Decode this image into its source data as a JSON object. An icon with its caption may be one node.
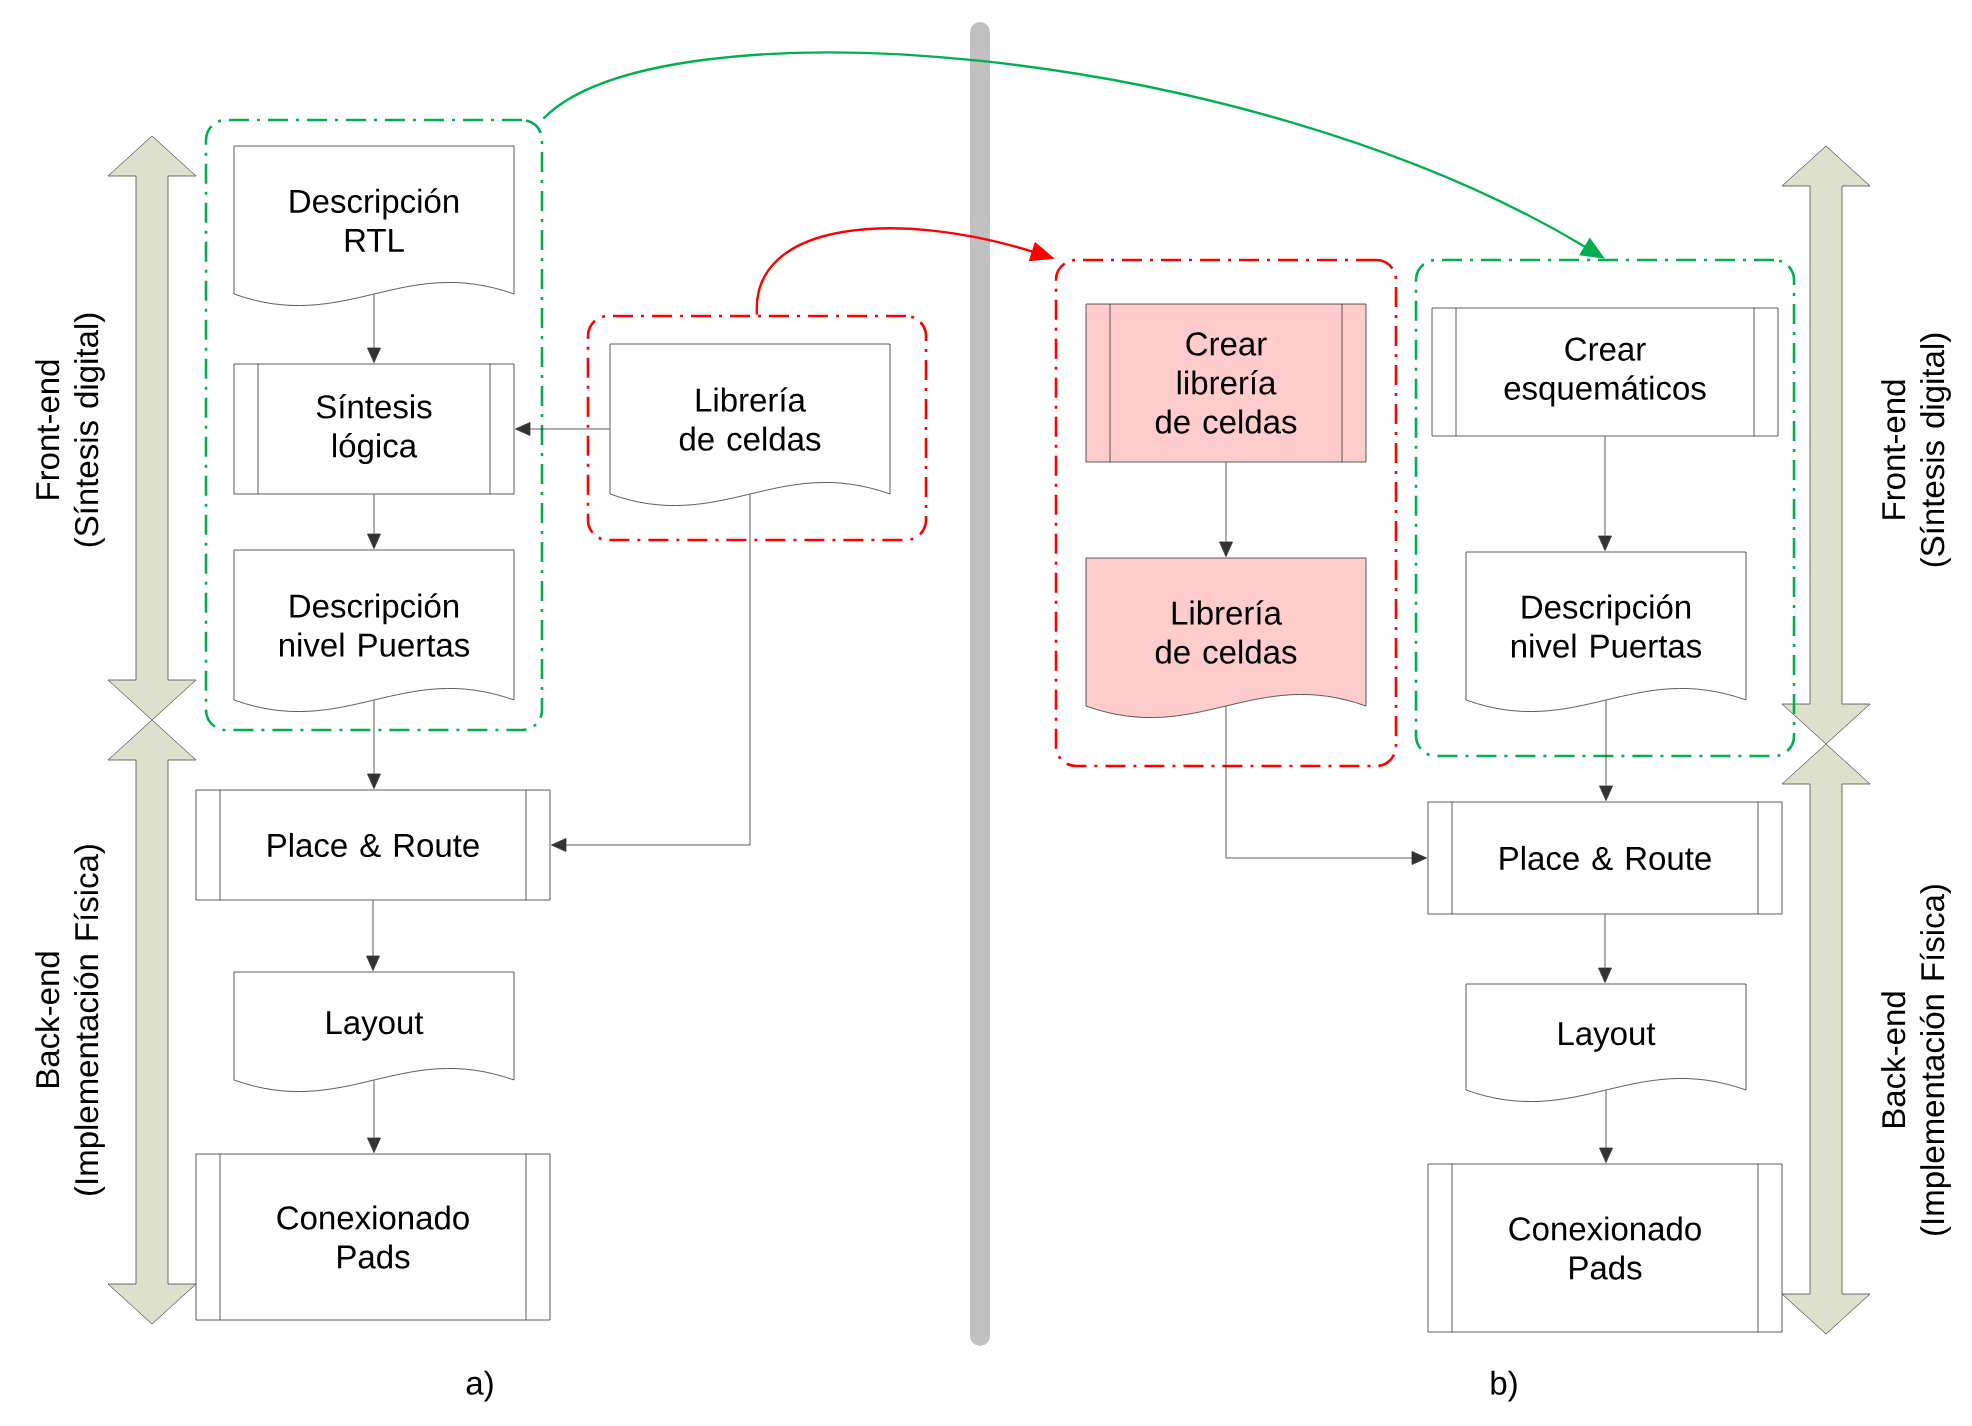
{
  "diagram": {
    "nodes": [
      {
        "text": [],
        "shape": "box"
      },
      {
        "text": [
          "Descripción RTL"
        ],
        "in": 0
      },
      {
        "text": [
          "Síntesis lógica"
        ],
        "in": 0
      },
      {
        "text": [
          "Descripción nivel Puertas"
        ],
        "in": 0
      },
      {
        "text": [],
        "shape": "box"
      },
      {
        "text": [
          "Librería de celdas"
        ],
        "in": 4
      },
      {
        "text": [
          "Place & Route"
        ]
      },
      {
        "text": [
          "Layout"
        ]
      },
      {
        "text": [
          "Conexionado Pads"
        ]
      },
      {
        "text": [],
        "shape": "box"
      },
      {
        "text": [
          "Crear librería de celdas"
        ],
        "in": 9
      },
      {
        "text": [
          "Librería de celdas"
        ],
        "in": 9
      },
      {
        "text": [],
        "shape": "box"
      },
      {
        "text": [
          "Crear esquemáticos"
        ],
        "in": 12
      },
      {
        "text": [
          "Descripción nivel Puertas"
        ],
        "in": 12
      },
      {
        "text": [
          "Place & Route"
        ]
      },
      {
        "text": [
          "Layout"
        ]
      },
      {
        "text": [
          "Conexionado Pads"
        ]
      }
    ],
    "edges": [
      {
        "from": 1,
        "to": 2,
        "arrow": "to"
      },
      {
        "from": 2,
        "to": 3,
        "arrow": "to"
      },
      {
        "from": 3,
        "to": 6,
        "arrow": "to"
      },
      {
        "from": 5,
        "to": 2,
        "arrow": "to"
      },
      {
        "from": 5,
        "to": 6,
        "arrow": "to"
      },
      {
        "from": 6,
        "to": 7,
        "arrow": "to"
      },
      {
        "from": 7,
        "to": 8,
        "arrow": "to"
      },
      {
        "from": 0,
        "to": 12,
        "arrow": "to",
        "color": "#00b050"
      },
      {
        "from": 4,
        "to": 9,
        "arrow": "to",
        "color": "#ff0000"
      },
      {
        "from": 10,
        "to": 11,
        "arrow": "to"
      },
      {
        "from": 11,
        "to": 15,
        "arrow": "to"
      },
      {
        "from": 13,
        "to": 14,
        "arrow": "to"
      },
      {
        "from": 14,
        "to": 15,
        "arrow": "to"
      },
      {
        "from": 15,
        "to": 16,
        "arrow": "to"
      },
      {
        "from": 16,
        "to": 17,
        "arrow": "to"
      }
    ],
    "labels": [
      "Front-end (Síntesis digital)",
      "Front-end (Síntesis digital)",
      "Back-end (Implementación Física)",
      "Back-end (Implementación Física)",
      "a)",
      "b)"
    ]
  }
}
